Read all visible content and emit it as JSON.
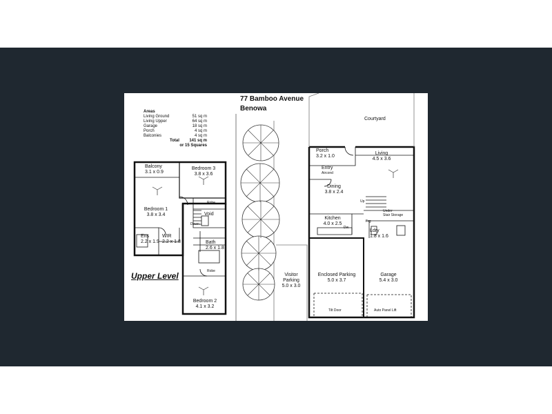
{
  "address": {
    "line1": "77 Bamboo Avenue",
    "line2": "Benowa"
  },
  "areas": {
    "heading": "Areas",
    "rows": [
      {
        "label": "Living Ground",
        "value": "51 sq m"
      },
      {
        "label": "Living Upper",
        "value": "64 sq m"
      },
      {
        "label": "Garage",
        "value": "18 sq m"
      },
      {
        "label": "Porch",
        "value": "4 sq m"
      },
      {
        "label": "Balconies",
        "value": "4 sq m"
      }
    ],
    "total_label": "Total",
    "total_value": "141 sq m",
    "squares": "or 15 Squares"
  },
  "level_label": "Upper Level",
  "rooms": {
    "balcony": {
      "name": "Balcony",
      "size": "3.1 x 0.9"
    },
    "bedroom3": {
      "name": "Bedroom 3",
      "size": "3.8 x 3.6"
    },
    "bedroom1": {
      "name": "Bedroom 1",
      "size": "3.8 x 3.4"
    },
    "robe_upper": "Robe",
    "void": "Void",
    "down": "Down",
    "ens": {
      "name": "Ens",
      "size": "2.2 x 1.9"
    },
    "wir": {
      "name": "WIR",
      "size": "2.2 x 1.8"
    },
    "bath": {
      "name": "Bath",
      "size": "2.6 x 1.8"
    },
    "robe_lower": "Robe",
    "bedroom2": {
      "name": "Bedroom 2",
      "size": "4.1 x 3.2"
    },
    "visitor_parking": {
      "name": "Visitor",
      "name2": "Parking",
      "size": "5.0 x 3.0"
    },
    "courtyard": "Courtyard",
    "porch": {
      "name": "Porch",
      "size": "3.2 x 1.0"
    },
    "living": {
      "name": "Living",
      "size": "4.5 x 3.6"
    },
    "entry": {
      "name": "Entry",
      "note": "Aircond"
    },
    "dining": {
      "name": "Dining",
      "size": "3.8 x 2.4"
    },
    "up": "Up",
    "under_stair": {
      "name": "Under",
      "name2": "Stair Storage"
    },
    "kitchen": {
      "name": "Kitchen",
      "size": "4.0 x 2.5"
    },
    "dw": "Dw",
    "frg": "Frg",
    "ldry": {
      "name": "Ldry",
      "size": "1.8 x 1.6"
    },
    "enclosed_parking": {
      "name": "Enclosed Parking",
      "size": "5.0 x 3.7"
    },
    "garage": {
      "name": "Garage",
      "size": "5.4 x 3.0"
    },
    "tilt_door": "Tilt Door",
    "auto_lift": "Auto Panel Lift"
  },
  "colors": {
    "background_band": "#1f2830",
    "plan_background": "#ffffff",
    "wall": "#111111"
  }
}
